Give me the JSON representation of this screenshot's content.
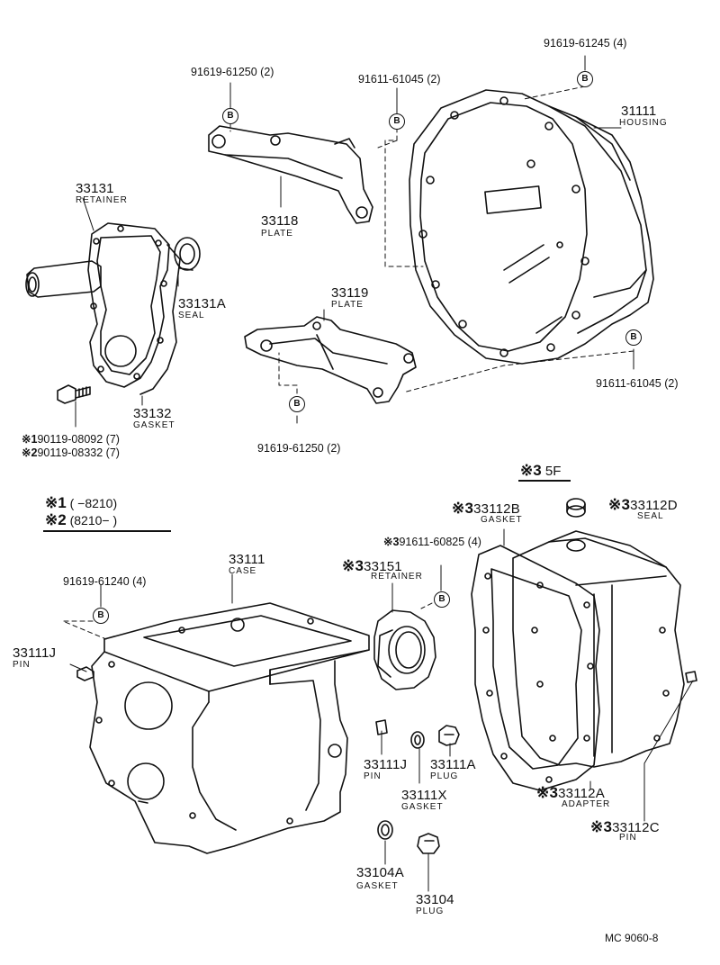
{
  "bolt_letter": "B",
  "legend": {
    "line1": {
      "mark": "※1",
      "range": "(      −8210)"
    },
    "line2": {
      "mark": "※2",
      "range": "(8210−       )"
    }
  },
  "variant": {
    "mark": "※3",
    "label": "5F"
  },
  "parts": {
    "p33131": {
      "number": "33131",
      "name": "RETAINER"
    },
    "p33131A": {
      "number": "33131A",
      "name": "SEAL"
    },
    "p33132": {
      "number": "33132",
      "name": "GASKET"
    },
    "p33118": {
      "number": "33118",
      "name": "PLATE"
    },
    "p33119": {
      "number": "33119",
      "name": "PLATE"
    },
    "p31111": {
      "number": "31111",
      "name": "HOUSING"
    },
    "p33111": {
      "number": "33111",
      "name": "CASE"
    },
    "p33111J_left": {
      "number": "33111J",
      "name": "PIN"
    },
    "p33111J_mid": {
      "number": "33111J",
      "name": "PIN"
    },
    "p33111A": {
      "number": "33111A",
      "name": "PLUG"
    },
    "p33111X": {
      "number": "33111X",
      "name": "GASKET"
    },
    "p33104A": {
      "number": "33104A",
      "name": "GASKET"
    },
    "p33104": {
      "number": "33104",
      "name": "PLUG"
    },
    "p33151": {
      "mark": "※3",
      "number": "33151",
      "name": "RETAINER"
    },
    "p33112B": {
      "mark": "※3",
      "number": "33112B",
      "name": "GASKET"
    },
    "p33112D": {
      "mark": "※3",
      "number": "33112D",
      "name": "SEAL"
    },
    "p33112A": {
      "mark": "※3",
      "number": "33112A",
      "name": "ADAPTER"
    },
    "p33112C": {
      "mark": "※3",
      "number": "33112C",
      "name": "PIN"
    }
  },
  "bolts": {
    "b1": "91619-61250 (2)",
    "b2": "91611-61045 (2)",
    "b3": "91619-61245 (4)",
    "b4": "91611-61045 (2)",
    "b5": "91619-61250 (2)",
    "b6": "91619-61240 (4)",
    "b7": {
      "mark": "※3",
      "text": "91611-60825 (4)"
    },
    "b8": {
      "mark": "※1",
      "text": "90119-08092 (7)"
    },
    "b9": {
      "mark": "※2",
      "text": "90119-08332 (7)"
    }
  },
  "footer_code": "MC  9060-8"
}
